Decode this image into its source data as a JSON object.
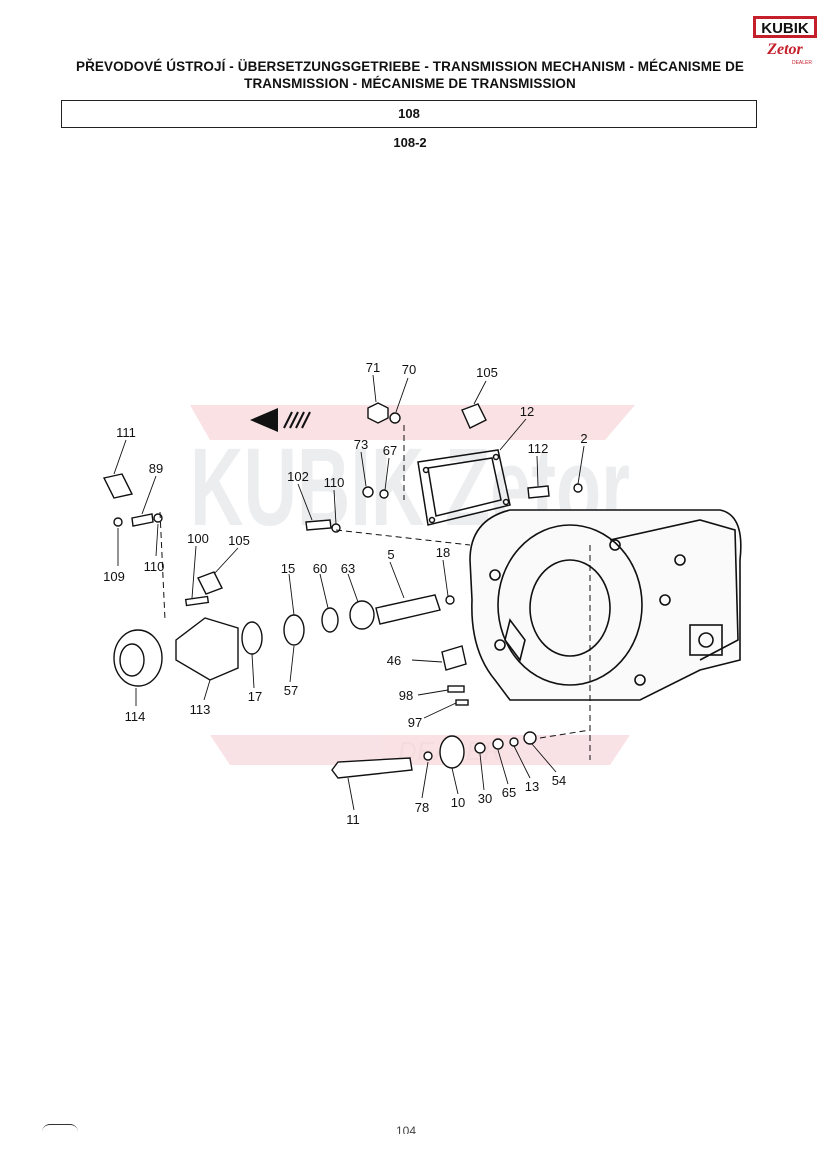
{
  "header": {
    "logo": {
      "brand": "KUBIK",
      "sub_brand": "Zetor",
      "tagline": "DEALER"
    },
    "title": "PŘEVODOVÉ ÚSTROJÍ - ÜBERSETZUNGSGETRIEBE - TRANSMISSION MECHANISM - MÉCANISME DE TRANSMISSION - MÉCANISME DE TRANSMISSION",
    "section_code": "108",
    "subsection_code": "108-2"
  },
  "watermark": {
    "text": "KUBIK Zetor",
    "tagline": "DEALER"
  },
  "parts": [
    {
      "no": "71"
    },
    {
      "no": "70"
    },
    {
      "no": "105"
    },
    {
      "no": "12"
    },
    {
      "no": "111"
    },
    {
      "no": "89"
    },
    {
      "no": "73"
    },
    {
      "no": "67"
    },
    {
      "no": "112"
    },
    {
      "no": "2"
    },
    {
      "no": "102"
    },
    {
      "no": "110"
    },
    {
      "no": "109"
    },
    {
      "no": "110"
    },
    {
      "no": "100"
    },
    {
      "no": "105"
    },
    {
      "no": "15"
    },
    {
      "no": "60"
    },
    {
      "no": "63"
    },
    {
      "no": "5"
    },
    {
      "no": "18"
    },
    {
      "no": "46"
    },
    {
      "no": "98"
    },
    {
      "no": "97"
    },
    {
      "no": "114"
    },
    {
      "no": "113"
    },
    {
      "no": "17"
    },
    {
      "no": "57"
    },
    {
      "no": "11"
    },
    {
      "no": "78"
    },
    {
      "no": "10"
    },
    {
      "no": "30"
    },
    {
      "no": "65"
    },
    {
      "no": "13"
    },
    {
      "no": "54"
    }
  ],
  "footer": {
    "page_number": "104"
  }
}
